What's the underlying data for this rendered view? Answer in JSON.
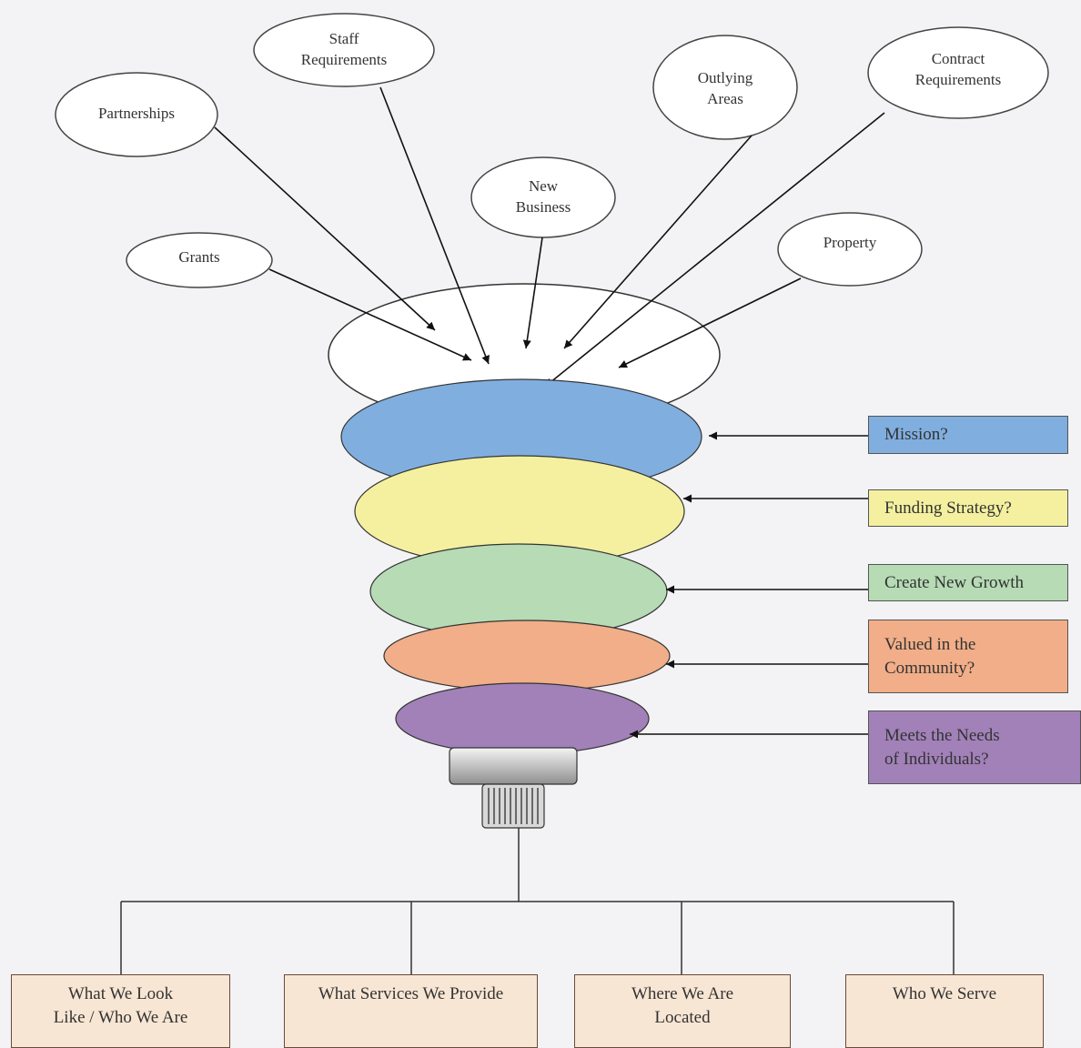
{
  "inputs": {
    "partnerships": "Partnerships",
    "staff_requirements": [
      "Staff",
      "Requirements"
    ],
    "new_business": [
      "New",
      "Business"
    ],
    "outlying_areas": [
      "Outlying",
      "Areas"
    ],
    "contract_requirements": [
      "Contract",
      "Requirements"
    ],
    "grants": "Grants",
    "property": "Property"
  },
  "filter_questions": {
    "mission": "Mission?",
    "funding_strategy": "Funding Strategy?",
    "create_new_growth": "Create New Growth",
    "valued": [
      "Valued in the",
      "Community?"
    ],
    "meets_needs": [
      "Meets the Needs",
      "of Individuals?"
    ]
  },
  "colors": {
    "background": "#f3f2f4",
    "mission": "#80aedf",
    "funding": "#f5f09f",
    "growth": "#b6dbb5",
    "valued": "#f1ae88",
    "needs": "#a181b8",
    "outcome_box": "#f8e6d4"
  },
  "outcomes": {
    "look_like": [
      "What We Look",
      "Like / Who We Are"
    ],
    "services": "What Services We Provide",
    "located": [
      "Where We Are",
      "Located"
    ],
    "serve": "Who We Serve"
  }
}
